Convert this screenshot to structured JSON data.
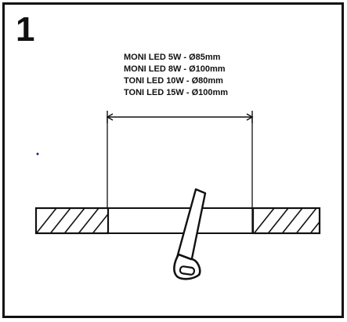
{
  "step_number": "1",
  "dimension_labels": [
    "MONI LED 5W - Ø85mm",
    "MONI LED 8W - Ø100mm",
    "TONI LED 10W - Ø80mm",
    "TONI LED 15W - Ø100mm"
  ],
  "colors": {
    "line": "#111111",
    "background": "#ffffff"
  },
  "icons": [
    "hand-saw-icon"
  ]
}
